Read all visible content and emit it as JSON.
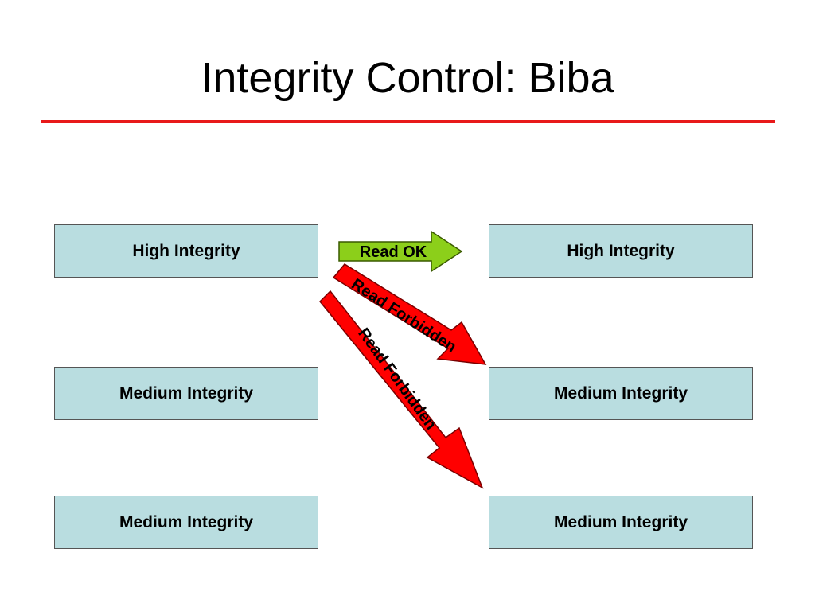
{
  "title": "Integrity Control: Biba",
  "colors": {
    "rule": "#e8191a",
    "box_fill": "#b9dde0",
    "ok_arrow": "#8ccf1a",
    "forbidden_arrow": "#ff0000"
  },
  "left_boxes": [
    "High Integrity",
    "Medium Integrity",
    "Medium Integrity"
  ],
  "right_boxes": [
    "High Integrity",
    "Medium Integrity",
    "Medium Integrity"
  ],
  "arrows": {
    "read_ok": "Read OK",
    "read_forbidden_1": "Read Forbidden",
    "read_forbidden_2": "Read Forbidden"
  }
}
